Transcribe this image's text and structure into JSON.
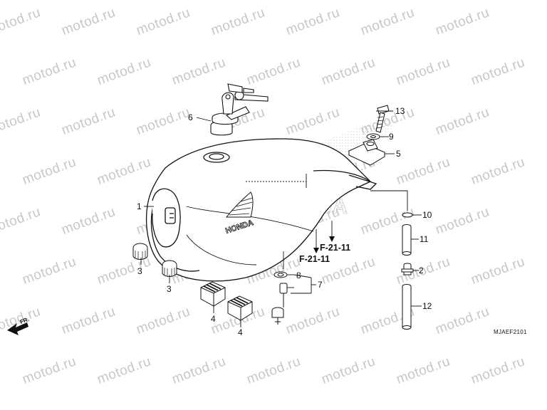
{
  "watermark": {
    "text": "motod.ru"
  },
  "callouts": {
    "c1": "1",
    "c2": "2",
    "c3a": "3",
    "c3b": "3",
    "c4a": "4",
    "c4b": "4",
    "c5": "5",
    "c6": "6",
    "c7": "7",
    "c8": "8",
    "c9": "9",
    "c10": "10",
    "c11": "11",
    "c12": "12",
    "c13": "13"
  },
  "refs": {
    "r1": "F-21-11",
    "r2": "F-21-11"
  },
  "diagram_code": "MJAEF2101",
  "direction": "FR.",
  "tank_logo": "HONDA",
  "ghost_logo": "HONDA"
}
